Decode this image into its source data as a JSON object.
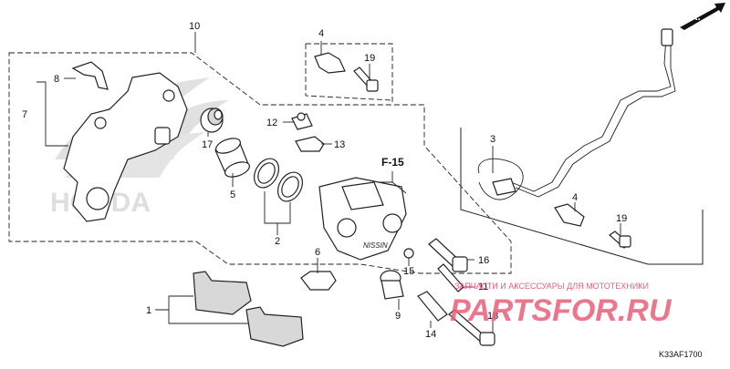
{
  "diagram": {
    "direction_label": "FR.",
    "reference_label": "F-15",
    "diagram_code": "K33AF1700",
    "embossed_caliper_text": "NISSIN",
    "background_brand": "HONDA"
  },
  "callouts": [
    {
      "id": "1",
      "label": "1"
    },
    {
      "id": "2",
      "label": "2"
    },
    {
      "id": "3",
      "label": "3"
    },
    {
      "id": "4a",
      "label": "4"
    },
    {
      "id": "4b",
      "label": "4"
    },
    {
      "id": "5",
      "label": "5"
    },
    {
      "id": "6",
      "label": "6"
    },
    {
      "id": "7",
      "label": "7"
    },
    {
      "id": "8",
      "label": "8"
    },
    {
      "id": "9",
      "label": "9"
    },
    {
      "id": "10",
      "label": "10"
    },
    {
      "id": "11",
      "label": "11"
    },
    {
      "id": "12",
      "label": "12"
    },
    {
      "id": "13",
      "label": "13"
    },
    {
      "id": "14",
      "label": "14"
    },
    {
      "id": "15",
      "label": "15"
    },
    {
      "id": "16",
      "label": "16"
    },
    {
      "id": "17",
      "label": "17"
    },
    {
      "id": "18",
      "label": "18"
    },
    {
      "id": "19a",
      "label": "19"
    },
    {
      "id": "19b",
      "label": "19"
    }
  ],
  "watermark": {
    "tagline": "ЗАПЧАСТИ И АКСЕССУАРЫ ДЛЯ МОТОТЕХНИКИ",
    "logo_text": "PARTSFOR.RU",
    "color": "#e8607a"
  }
}
